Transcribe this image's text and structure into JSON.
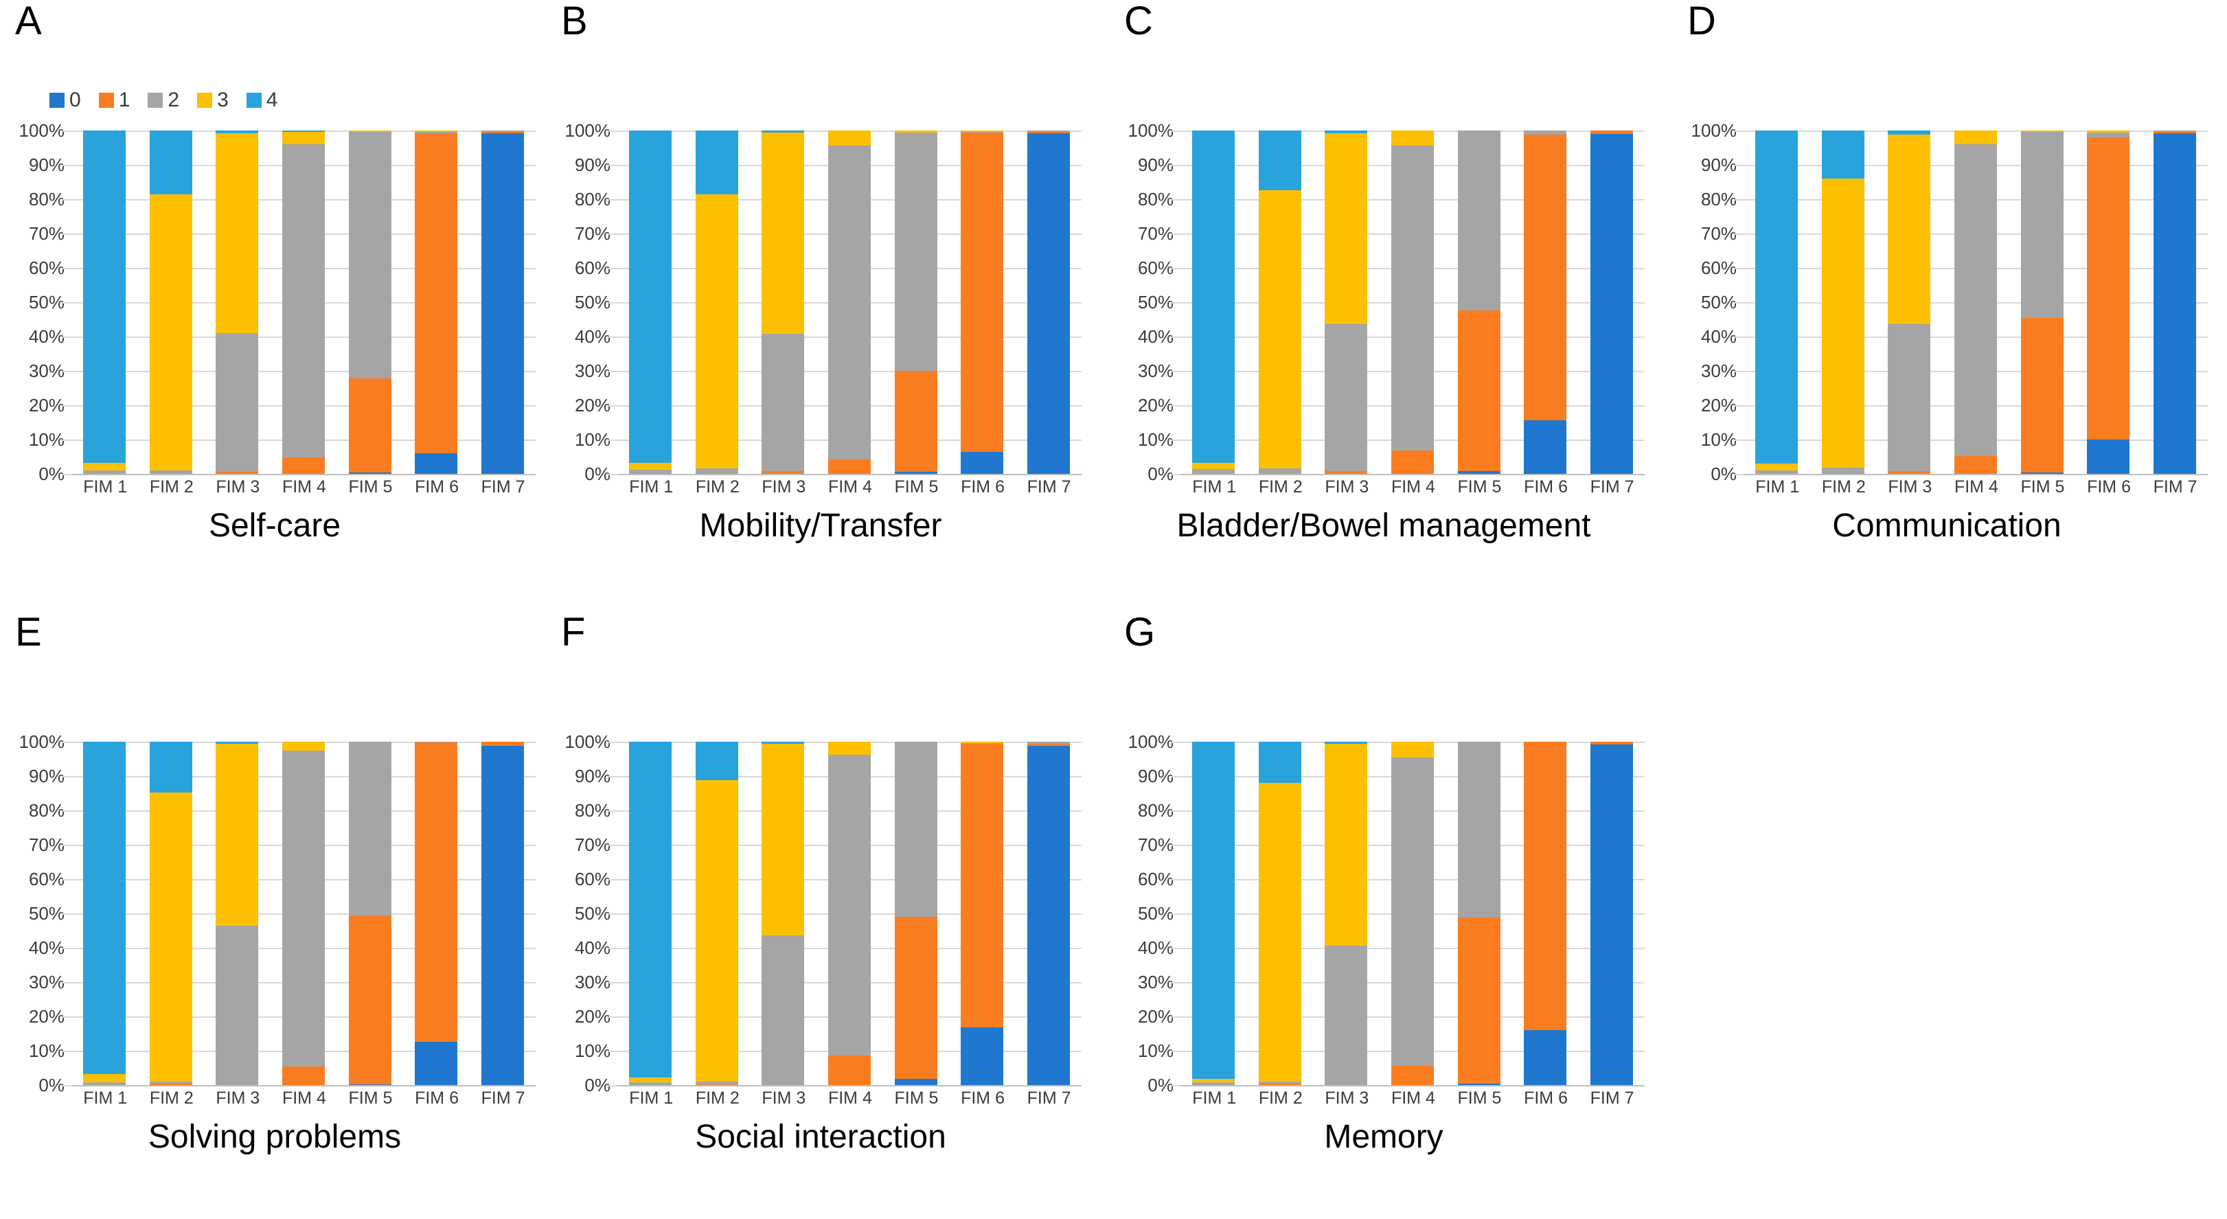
{
  "legend": {
    "title": "",
    "entries": [
      {
        "label": "0",
        "color": "#1f77d0"
      },
      {
        "label": "1",
        "color": "#f97d20"
      },
      {
        "label": "2",
        "color": "#a5a5a5"
      },
      {
        "label": "3",
        "color": "#fcc000"
      },
      {
        "label": "4",
        "color": "#29a3dc"
      }
    ]
  },
  "axis": {
    "ytick_labels": [
      "100%",
      "90%",
      "80%",
      "70%",
      "60%",
      "50%",
      "40%",
      "30%",
      "20%",
      "10%",
      "0%"
    ],
    "ytick_values": [
      100,
      90,
      80,
      70,
      60,
      50,
      40,
      30,
      20,
      10,
      0
    ],
    "xtick_labels": [
      "FIM 1",
      "FIM 2",
      "FIM 3",
      "FIM 4",
      "FIM 5",
      "FIM 6",
      "FIM 7"
    ]
  },
  "panels": [
    {
      "letter": "A",
      "title": "Self-care"
    },
    {
      "letter": "B",
      "title": "Mobility/Transfer"
    },
    {
      "letter": "C",
      "title": "Bladder/Bowel management"
    },
    {
      "letter": "D",
      "title": "Communication"
    },
    {
      "letter": "E",
      "title": "Solving problems"
    },
    {
      "letter": "F",
      "title": "Social interaction"
    },
    {
      "letter": "G",
      "title": "Memory"
    }
  ],
  "chart_data": [
    {
      "type": "bar",
      "stacked": true,
      "normalized": true,
      "panel": "A",
      "title": "Self-care",
      "xlabel": "",
      "ylabel": "",
      "ylim": [
        0,
        100
      ],
      "grid": true,
      "legend_position": "top-left",
      "categories": [
        "FIM 1",
        "FIM 2",
        "FIM 3",
        "FIM 4",
        "FIM 5",
        "FIM 6",
        "FIM 7"
      ],
      "series": [
        {
          "name": "0",
          "color": "#1f77d0",
          "values": [
            0,
            0,
            0,
            0,
            0.4,
            6.0,
            99.2
          ]
        },
        {
          "name": "1",
          "color": "#f97d20",
          "values": [
            0,
            0,
            0.6,
            4.8,
            27.4,
            93.3,
            0.4
          ]
        },
        {
          "name": "2",
          "color": "#a5a5a5",
          "values": [
            1.1,
            1.0,
            40.5,
            91.3,
            71.8,
            0.4,
            0.4
          ]
        },
        {
          "name": "3",
          "color": "#fcc000",
          "values": [
            2.1,
            80.4,
            58.1,
            3.5,
            0.4,
            0.3,
            0
          ]
        },
        {
          "name": "4",
          "color": "#29a3dc",
          "values": [
            96.8,
            18.6,
            0.8,
            0.4,
            0,
            0,
            0
          ]
        }
      ]
    },
    {
      "type": "bar",
      "stacked": true,
      "normalized": true,
      "panel": "B",
      "title": "Mobility/Transfer",
      "xlabel": "",
      "ylabel": "",
      "ylim": [
        0,
        100
      ],
      "grid": true,
      "legend_position": "top-left",
      "categories": [
        "FIM 1",
        "FIM 2",
        "FIM 3",
        "FIM 4",
        "FIM 5",
        "FIM 6",
        "FIM 7"
      ],
      "series": [
        {
          "name": "0",
          "color": "#1f77d0",
          "values": [
            0,
            0,
            0,
            0,
            0.7,
            6.4,
            99.3
          ]
        },
        {
          "name": "1",
          "color": "#f97d20",
          "values": [
            0,
            0,
            0.8,
            4.2,
            29.3,
            93.0,
            0.4
          ]
        },
        {
          "name": "2",
          "color": "#a5a5a5",
          "values": [
            1.3,
            1.6,
            40.0,
            91.5,
            69.5,
            0.3,
            0.3
          ]
        },
        {
          "name": "3",
          "color": "#fcc000",
          "values": [
            1.9,
            79.8,
            58.6,
            4.3,
            0.5,
            0.3,
            0
          ]
        },
        {
          "name": "4",
          "color": "#29a3dc",
          "values": [
            96.8,
            18.6,
            0.6,
            0,
            0,
            0,
            0
          ]
        }
      ]
    },
    {
      "type": "bar",
      "stacked": true,
      "normalized": true,
      "panel": "C",
      "title": "Bladder/Bowel management",
      "xlabel": "",
      "ylabel": "",
      "ylim": [
        0,
        100
      ],
      "grid": true,
      "legend_position": "top-left",
      "categories": [
        "FIM 1",
        "FIM 2",
        "FIM 3",
        "FIM 4",
        "FIM 5",
        "FIM 6",
        "FIM 7"
      ],
      "series": [
        {
          "name": "0",
          "color": "#1f77d0",
          "values": [
            0,
            0,
            0,
            0,
            0.8,
            15.6,
            99.0
          ]
        },
        {
          "name": "1",
          "color": "#f97d20",
          "values": [
            0,
            0,
            0.9,
            6.9,
            46.9,
            83.2,
            1.0
          ]
        },
        {
          "name": "2",
          "color": "#a5a5a5",
          "values": [
            1.5,
            1.7,
            42.8,
            88.7,
            52.3,
            1.2,
            0
          ]
        },
        {
          "name": "3",
          "color": "#fcc000",
          "values": [
            1.8,
            81.0,
            55.6,
            4.4,
            0,
            0,
            0
          ]
        },
        {
          "name": "4",
          "color": "#29a3dc",
          "values": [
            96.7,
            17.3,
            0.7,
            0,
            0,
            0,
            0
          ]
        }
      ]
    },
    {
      "type": "bar",
      "stacked": true,
      "normalized": true,
      "panel": "D",
      "title": "Communication",
      "xlabel": "",
      "ylabel": "",
      "ylim": [
        0,
        100
      ],
      "grid": true,
      "legend_position": "top-left",
      "categories": [
        "FIM 1",
        "FIM 2",
        "FIM 3",
        "FIM 4",
        "FIM 5",
        "FIM 6",
        "FIM 7"
      ],
      "series": [
        {
          "name": "0",
          "color": "#1f77d0",
          "values": [
            0,
            0,
            0,
            0,
            0.4,
            10.0,
            99.3
          ]
        },
        {
          "name": "1",
          "color": "#f97d20",
          "values": [
            0,
            0,
            0.8,
            5.2,
            45.1,
            88.0,
            0.3
          ]
        },
        {
          "name": "2",
          "color": "#a5a5a5",
          "values": [
            1.0,
            1.8,
            42.8,
            90.8,
            54.2,
            1.4,
            0.4
          ]
        },
        {
          "name": "3",
          "color": "#fcc000",
          "values": [
            2.1,
            84.2,
            55.2,
            4.0,
            0.3,
            0.6,
            0
          ]
        },
        {
          "name": "4",
          "color": "#29a3dc",
          "values": [
            96.9,
            14.0,
            1.2,
            0,
            0,
            0,
            0
          ]
        }
      ]
    },
    {
      "type": "bar",
      "stacked": true,
      "normalized": true,
      "panel": "E",
      "title": "Solving problems",
      "xlabel": "",
      "ylabel": "",
      "ylim": [
        0,
        100
      ],
      "grid": true,
      "legend_position": "top-left",
      "categories": [
        "FIM 1",
        "FIM 2",
        "FIM 3",
        "FIM 4",
        "FIM 5",
        "FIM 6",
        "FIM 7"
      ],
      "series": [
        {
          "name": "0",
          "color": "#1f77d0",
          "values": [
            0,
            0,
            0,
            0,
            0.3,
            12.6,
            98.8
          ]
        },
        {
          "name": "1",
          "color": "#f97d20",
          "values": [
            0,
            0.4,
            0,
            5.5,
            49.2,
            87.2,
            1.2
          ]
        },
        {
          "name": "2",
          "color": "#a5a5a5",
          "values": [
            0.8,
            0.6,
            46.4,
            91.9,
            50.5,
            0.2,
            0
          ]
        },
        {
          "name": "3",
          "color": "#fcc000",
          "values": [
            2.4,
            84.2,
            53.0,
            2.6,
            0,
            0,
            0
          ]
        },
        {
          "name": "4",
          "color": "#29a3dc",
          "values": [
            96.8,
            14.8,
            0.6,
            0,
            0,
            0,
            0
          ]
        }
      ]
    },
    {
      "type": "bar",
      "stacked": true,
      "normalized": true,
      "panel": "F",
      "title": "Social interaction",
      "xlabel": "",
      "ylabel": "",
      "ylim": [
        0,
        100
      ],
      "grid": true,
      "legend_position": "top-left",
      "categories": [
        "FIM 1",
        "FIM 2",
        "FIM 3",
        "FIM 4",
        "FIM 5",
        "FIM 6",
        "FIM 7"
      ],
      "series": [
        {
          "name": "0",
          "color": "#1f77d0",
          "values": [
            0,
            0,
            0,
            0,
            1.8,
            16.8,
            98.8
          ]
        },
        {
          "name": "1",
          "color": "#f97d20",
          "values": [
            0,
            0.3,
            0,
            8.6,
            47.2,
            82.6,
            0.7
          ]
        },
        {
          "name": "2",
          "color": "#a5a5a5",
          "values": [
            0.9,
            0.8,
            43.7,
            87.6,
            51.0,
            0.3,
            0.5
          ]
        },
        {
          "name": "3",
          "color": "#fcc000",
          "values": [
            1.4,
            87.8,
            55.8,
            3.8,
            0,
            0.3,
            0
          ]
        },
        {
          "name": "4",
          "color": "#29a3dc",
          "values": [
            97.7,
            11.1,
            0.5,
            0,
            0,
            0,
            0
          ]
        }
      ]
    },
    {
      "type": "bar",
      "stacked": true,
      "normalized": true,
      "panel": "G",
      "title": "Memory",
      "xlabel": "",
      "ylabel": "",
      "ylim": [
        0,
        100
      ],
      "grid": true,
      "legend_position": "top-left",
      "categories": [
        "FIM 1",
        "FIM 2",
        "FIM 3",
        "FIM 4",
        "FIM 5",
        "FIM 6",
        "FIM 7"
      ],
      "series": [
        {
          "name": "0",
          "color": "#1f77d0",
          "values": [
            0,
            0,
            0,
            0,
            0.4,
            16.0,
            99.2
          ]
        },
        {
          "name": "1",
          "color": "#f97d20",
          "values": [
            0,
            0.4,
            0,
            5.6,
            48.4,
            84.0,
            0.8
          ]
        },
        {
          "name": "2",
          "color": "#a5a5a5",
          "values": [
            0.9,
            0.6,
            40.6,
            89.8,
            51.2,
            0,
            0
          ]
        },
        {
          "name": "3",
          "color": "#fcc000",
          "values": [
            1.0,
            87.0,
            58.9,
            4.6,
            0,
            0,
            0
          ]
        },
        {
          "name": "4",
          "color": "#29a3dc",
          "values": [
            98.1,
            12.0,
            0.5,
            0,
            0,
            0,
            0
          ]
        }
      ]
    }
  ]
}
